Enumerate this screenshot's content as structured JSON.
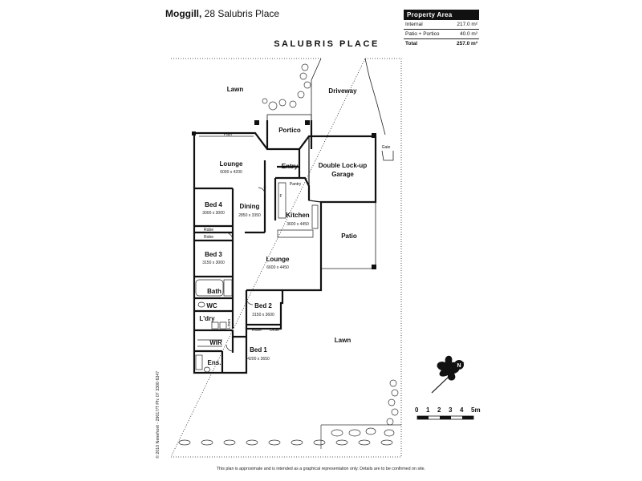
{
  "header": {
    "suburb": "Moggill,",
    "address": "28 Salubris Place"
  },
  "property_area": {
    "title": "Property Area",
    "rows": [
      {
        "label": "Internal",
        "value": "217.0 m²"
      },
      {
        "label": "Patio + Portico",
        "value": "40.0 m²"
      }
    ],
    "total": {
      "label": "Total",
      "value": "257.0 m²"
    }
  },
  "street_name": "SALUBRIS PLACE",
  "rooms": {
    "lawn_front": "Lawn",
    "driveway": "Driveway",
    "portico": "Portico",
    "path": "Path",
    "gate": "Gate",
    "lounge1": {
      "name": "Lounge",
      "dims": "6000 x 4200"
    },
    "entry": "Entry",
    "garage_line1": "Double Lock-up",
    "garage_line2": "Garage",
    "pantry": "Pantry",
    "fridge": "F",
    "bed4": {
      "name": "Bed 4",
      "dims": "3000 x 3000"
    },
    "dining": {
      "name": "Dining",
      "dims": "2850 x 3350"
    },
    "kitchen": {
      "name": "Kitchen",
      "dims": "3600 x 4450"
    },
    "robe1": "Robe",
    "robe2": "Robe",
    "patio": "Patio",
    "bed3": {
      "name": "Bed 3",
      "dims": "3150 x 3000"
    },
    "lounge2": {
      "name": "Lounge",
      "dims": "6600 x 4450"
    },
    "bath": "Bath",
    "wc": "WC",
    "bed2": {
      "name": "Bed 2",
      "dims": "3150 x 3600"
    },
    "laundry": "L'dry",
    "linen": "Linen",
    "robe3": "Robe",
    "desk": "Desk",
    "lawn_rear": "Lawn",
    "wir": "WIR",
    "bed1": {
      "name": "Bed 1",
      "dims": "4200 x 3650"
    },
    "ensuite": "Ens."
  },
  "north_label": "N",
  "scale": {
    "labels": [
      "0",
      "1",
      "2",
      "3",
      "4",
      "5m"
    ]
  },
  "copyright": "© 2010 Nenefront - 29017/T  Ph: 07 3300 6347",
  "disclaimer": "This plan is approximate and is intended as a graphical representation only. Details are to be confirmed on site."
}
